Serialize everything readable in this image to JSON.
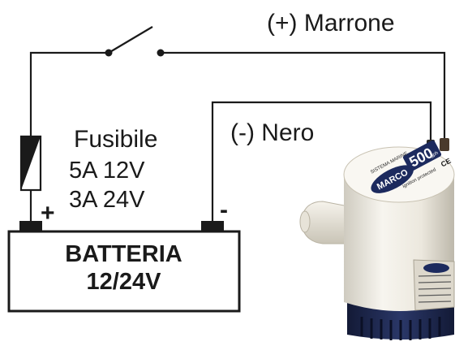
{
  "wires": {
    "positive_label": "(+) Marrone",
    "negative_label": "(-) Nero"
  },
  "fuse": {
    "title": "Fusibile",
    "rating_12v": "5A 12V",
    "rating_24v": "3A 24V"
  },
  "battery": {
    "title": "BATTERIA",
    "voltage": "12/24V",
    "positive_terminal": "+",
    "negative_terminal": "-"
  },
  "pump": {
    "brand": "MARCO",
    "model_badge": "500",
    "model_unit": "gph",
    "top_text": "SISTEMA MARINE",
    "side_text": "ignition protected",
    "ce_mark": "CE",
    "colors": {
      "body": "#f1eee6",
      "base": "#1f2a52",
      "badge": "#1c2a5e"
    }
  }
}
